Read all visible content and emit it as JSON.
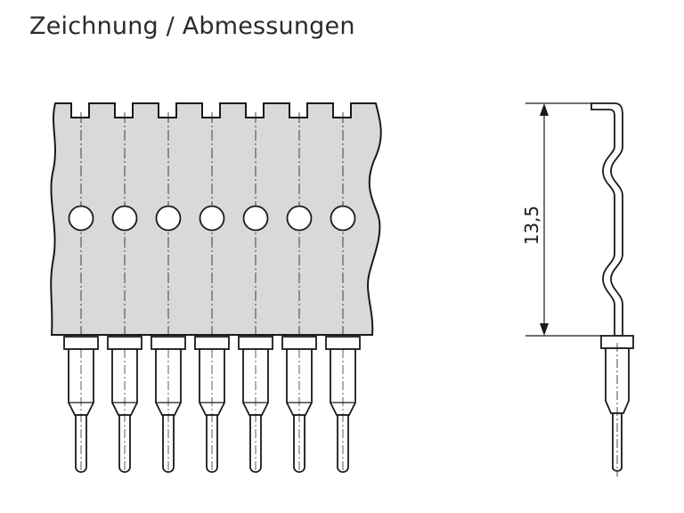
{
  "header": {
    "title": "Zeichnung / Abmessungen"
  },
  "drawing": {
    "pin_count": 7,
    "dimension_label": "13,5",
    "colors": {
      "body": "#d9d9d9",
      "line": "#1a1a1a",
      "pin": "#ffffff"
    }
  }
}
